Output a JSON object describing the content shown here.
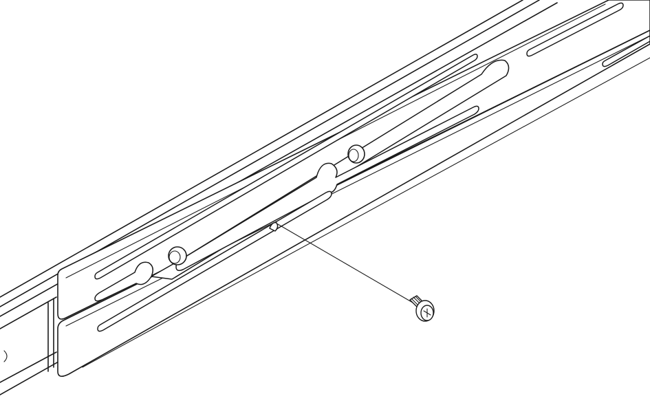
{
  "figure": {
    "description_visible_text": "",
    "colors": {
      "line": "#1a1a1a",
      "background": "#ffffff"
    },
    "parts": [
      "rail-assembly",
      "bracket-upper",
      "bracket-lower",
      "slots",
      "guide-pins",
      "screw",
      "leader-line"
    ]
  }
}
